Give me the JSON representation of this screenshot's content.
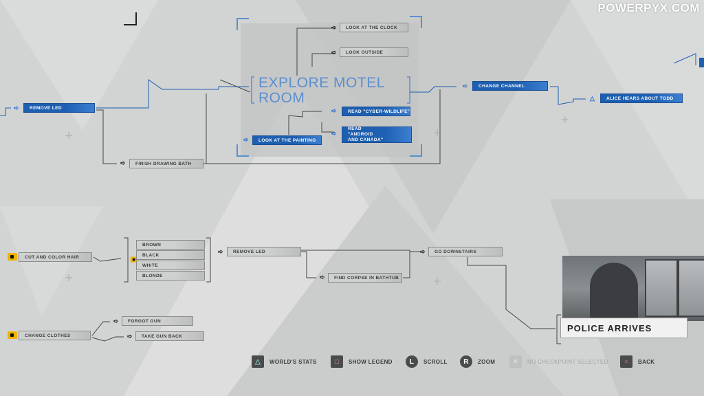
{
  "watermark": "POWERPYX.COM",
  "colors": {
    "accent_blue": "#1d5fb0",
    "bracket_blue": "#5b8fd0",
    "lock_yellow": "#f0b400",
    "background": "#d2d3d3"
  },
  "chapter": {
    "title": "EXPLORE MOTEL ROOM"
  },
  "nodes": {
    "remove_led_top": "REMOVE LED",
    "finish_drawing_bath": "FINISH DRAWING BATH",
    "look_at_the_clock": "LOOK AT THE CLOCK",
    "look_outside": "LOOK OUTSIDE",
    "read_cyber_wildlife": "READ \"CYBER-WILDLIFE\"",
    "read_android_and_canada": "READ \"ANDROID AND CANADA\"",
    "look_at_the_painting": "LOOK AT THE PAINTING",
    "change_channel": "CHANGE CHANNEL",
    "alice_hears_about_todd": "ALICE HEARS ABOUT TODD",
    "cut_and_color_hair": "CUT AND COLOR HAIR",
    "hair_colors": [
      "BROWN",
      "BLACK",
      "WHITE",
      "BLONDE"
    ],
    "remove_led_mid": "REMOVE LED",
    "go_downstairs": "GO DOWNSTAIRS",
    "find_corpse_in_bathtub": "FIND CORPSE IN BATHTUB",
    "change_clothes": "CHANGE CLOTHES",
    "forgot_gun": "FORGOT GUN",
    "take_gun_back": "TAKE GUN BACK",
    "police_arrives": "POLICE ARRIVES"
  },
  "footer": [
    {
      "icon": "triangle-button-icon",
      "label": "WORLD'S STATS"
    },
    {
      "icon": "square-button-icon",
      "label": "SHOW LEGEND"
    },
    {
      "icon": "left-stick-icon",
      "label": "SCROLL"
    },
    {
      "icon": "right-stick-icon",
      "label": "ZOOM"
    },
    {
      "icon": "cross-button-icon",
      "label": "NO CHECKPOINT SELECTED"
    },
    {
      "icon": "circle-button-icon",
      "label": "BACK"
    }
  ]
}
